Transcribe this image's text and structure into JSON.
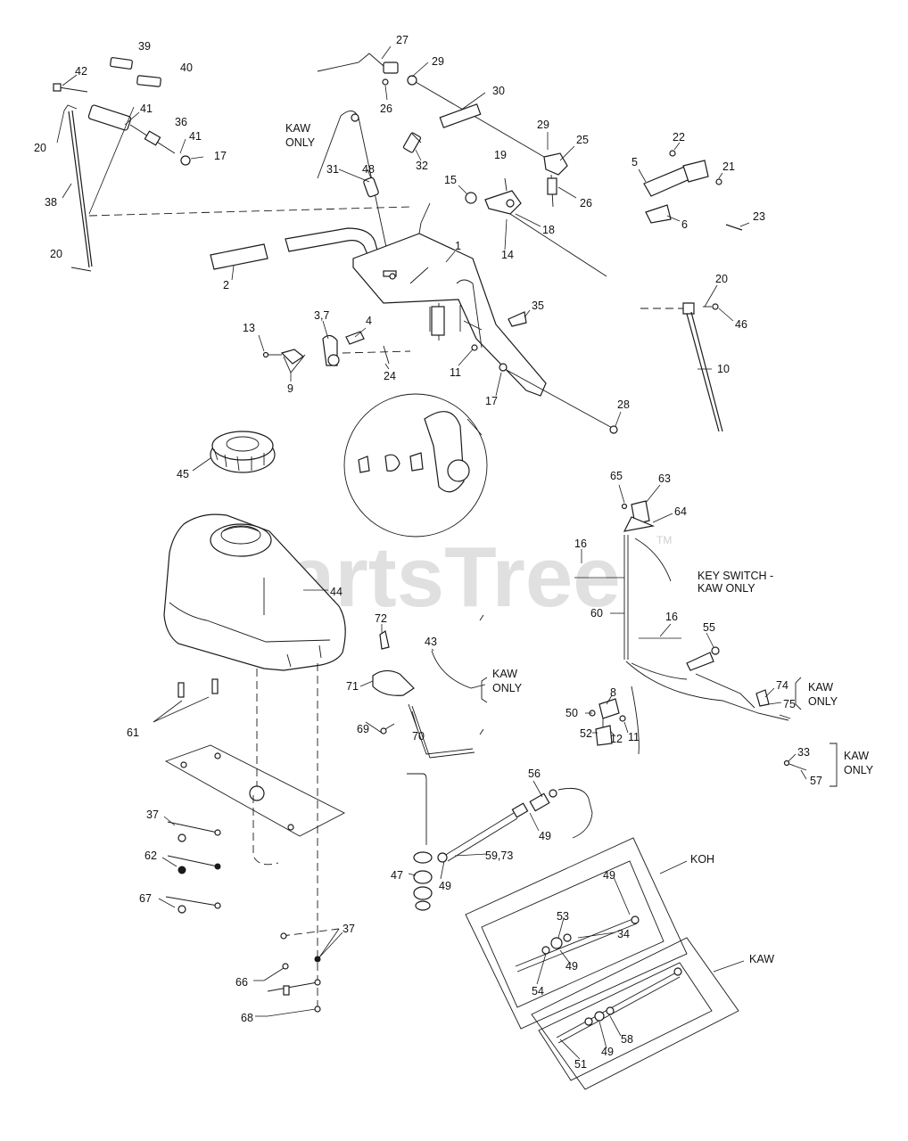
{
  "watermark": {
    "text": "PartsTree",
    "mark": "TM"
  },
  "callouts": {
    "c39": "39",
    "c40": "40",
    "c42": "42",
    "c41a": "41",
    "c36": "36",
    "c41b": "41",
    "c17a": "17",
    "c20a": "20",
    "c38": "38",
    "c20b": "20",
    "c27": "27",
    "c29a": "29",
    "c30": "30",
    "c26a": "26",
    "c29b": "29",
    "c25": "25",
    "c26b": "26",
    "c31": "31",
    "c48": "48",
    "c32": "32",
    "c19": "19",
    "c15": "15",
    "c18": "18",
    "c14": "14",
    "c22": "22",
    "c5": "5",
    "c21": "21",
    "c6": "6",
    "c23": "23",
    "c1": "1",
    "c2": "2",
    "c35": "35",
    "c13": "13",
    "c37a": "3,7",
    "c4": "4",
    "c9": "9",
    "c24": "24",
    "c11a": "11",
    "c17b": "17",
    "c28": "28",
    "c20c": "20",
    "c46": "46",
    "c10": "10",
    "c45": "45",
    "c44": "44",
    "c65": "65",
    "c63": "63",
    "c64": "64",
    "c16a": "16",
    "c60": "60",
    "c16b": "16",
    "c55": "55",
    "c72": "72",
    "c43": "43",
    "c71": "71",
    "c69": "69",
    "c70": "70",
    "c8": "8",
    "c50": "50",
    "c52": "52",
    "c12": "12",
    "c11b": "11",
    "c74": "74",
    "c75": "75",
    "c33": "33",
    "c57": "57",
    "c61": "61",
    "c56": "56",
    "c49a": "49",
    "c59": "59,73",
    "c47": "47",
    "c49b": "49",
    "c37b": "37",
    "c62": "62",
    "c67": "67",
    "c37c": "37",
    "c66": "66",
    "c68": "68",
    "c49c": "49",
    "c53": "53",
    "c34": "34",
    "c49d": "49",
    "c54": "54",
    "c49e": "49",
    "c58": "58",
    "c51": "51"
  },
  "notes": {
    "kaw_only_a": [
      "KAW",
      "ONLY"
    ],
    "key_switch": [
      "KEY SWITCH -",
      "KAW ONLY"
    ],
    "kaw_only_b": [
      "KAW",
      "ONLY"
    ],
    "kaw_only_c": [
      "KAW",
      "ONLY"
    ],
    "kaw_only_d": [
      "KAW",
      "ONLY"
    ],
    "koh": "KOH",
    "kaw": "KAW"
  }
}
